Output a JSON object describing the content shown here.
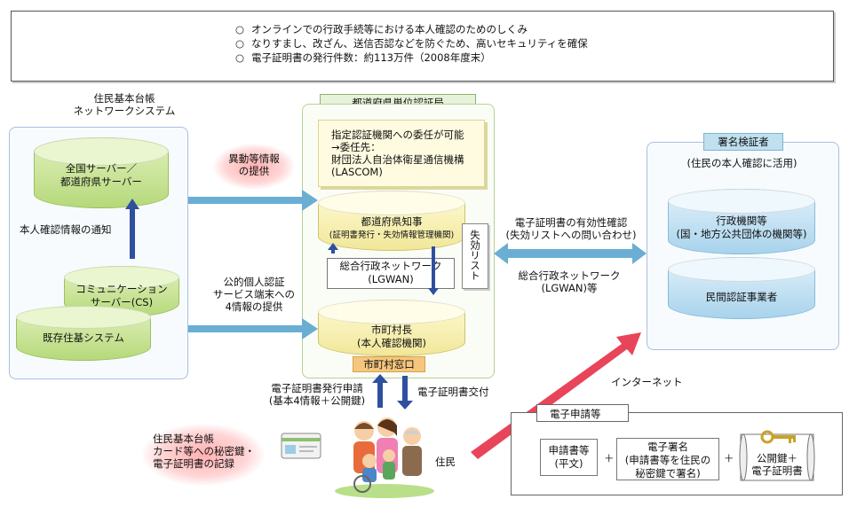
{
  "top_note": {
    "bullet": "○",
    "lines": [
      "オンラインでの行政手続等における本人確認のためのしくみ",
      "なりすまし、改ざん、送信否認などを防ぐため、高いセキュリティを確保",
      "電子証明書の発行件数：約113万件（2008年度末）"
    ]
  },
  "juki": {
    "title_1": "住民基本台帳",
    "title_2": "ネットワークシステム",
    "national_server_1": "全国サーバー／",
    "national_server_2": "都道府県サーバー",
    "notice_label": "本人確認情報の通知",
    "cs_1": "コミュニケーション",
    "cs_2": "サーバー(CS)",
    "existing": "既存住基システム"
  },
  "arrows": {
    "idou_1": "異動等情報",
    "idou_2": "の提供",
    "koteki_1": "公的個人認証",
    "koteki_2": "サービス端末への",
    "koteki_3": "4情報の提供",
    "validity_1": "電子証明書の有効性確認",
    "validity_2": "(失効リストへの問い合わせ)",
    "lgwan_1": "総合行政ネットワーク",
    "lgwan_2": "(LGWAN)等",
    "apply_1": "電子証明書発行申請",
    "apply_2": "(基本4情報＋公開鍵)",
    "deliver": "電子証明書交付",
    "internet": "インターネット"
  },
  "cert_bureau": {
    "title": "都道府県単位認証局",
    "note_1": "指定認証機関への委任が可能",
    "note_2": "→委任先：",
    "note_3": "財団法人自治体衛星通信機構",
    "note_4": "(LASCOM)",
    "governor_1": "都道府県知事",
    "governor_2": "(証明書発行・失効情報管理機関)",
    "revocation": "失効リスト",
    "lgwan_1": "総合行政ネットワーク",
    "lgwan_2": "(LGWAN)",
    "mayor_1": "市町村長",
    "mayor_2": "(本人確認機関)",
    "window": "市町村窓口"
  },
  "verifier": {
    "title": "署名検証者",
    "subtitle": "(住民の本人確認に活用)",
    "gov_1": "行政機関等",
    "gov_2": "(国・地方公共団体の機関等)",
    "private": "民間認証事業者"
  },
  "resident": {
    "card_1": "住民基本台帳",
    "card_2": "カード等への秘密鍵・",
    "card_3": "電子証明書の記録",
    "label": "住民"
  },
  "e_app": {
    "title": "電子申請等",
    "doc_1": "申請書等",
    "doc_2": "(平文)",
    "plus": "＋",
    "sig_1": "電子署名",
    "sig_2": "(申請書等を住民の",
    "sig_3": "秘密鍵で署名)",
    "key_1": "公開鍵＋",
    "key_2": "電子証明書"
  },
  "colors": {
    "arrow_blue": "#6aaed3",
    "arrow_navy": "#2f4f9f",
    "arrow_red": "#e8455a",
    "cyl_green": "#b6d97a",
    "cyl_yellow": "#f1e79a",
    "cyl_blue": "#a8d3ec"
  }
}
